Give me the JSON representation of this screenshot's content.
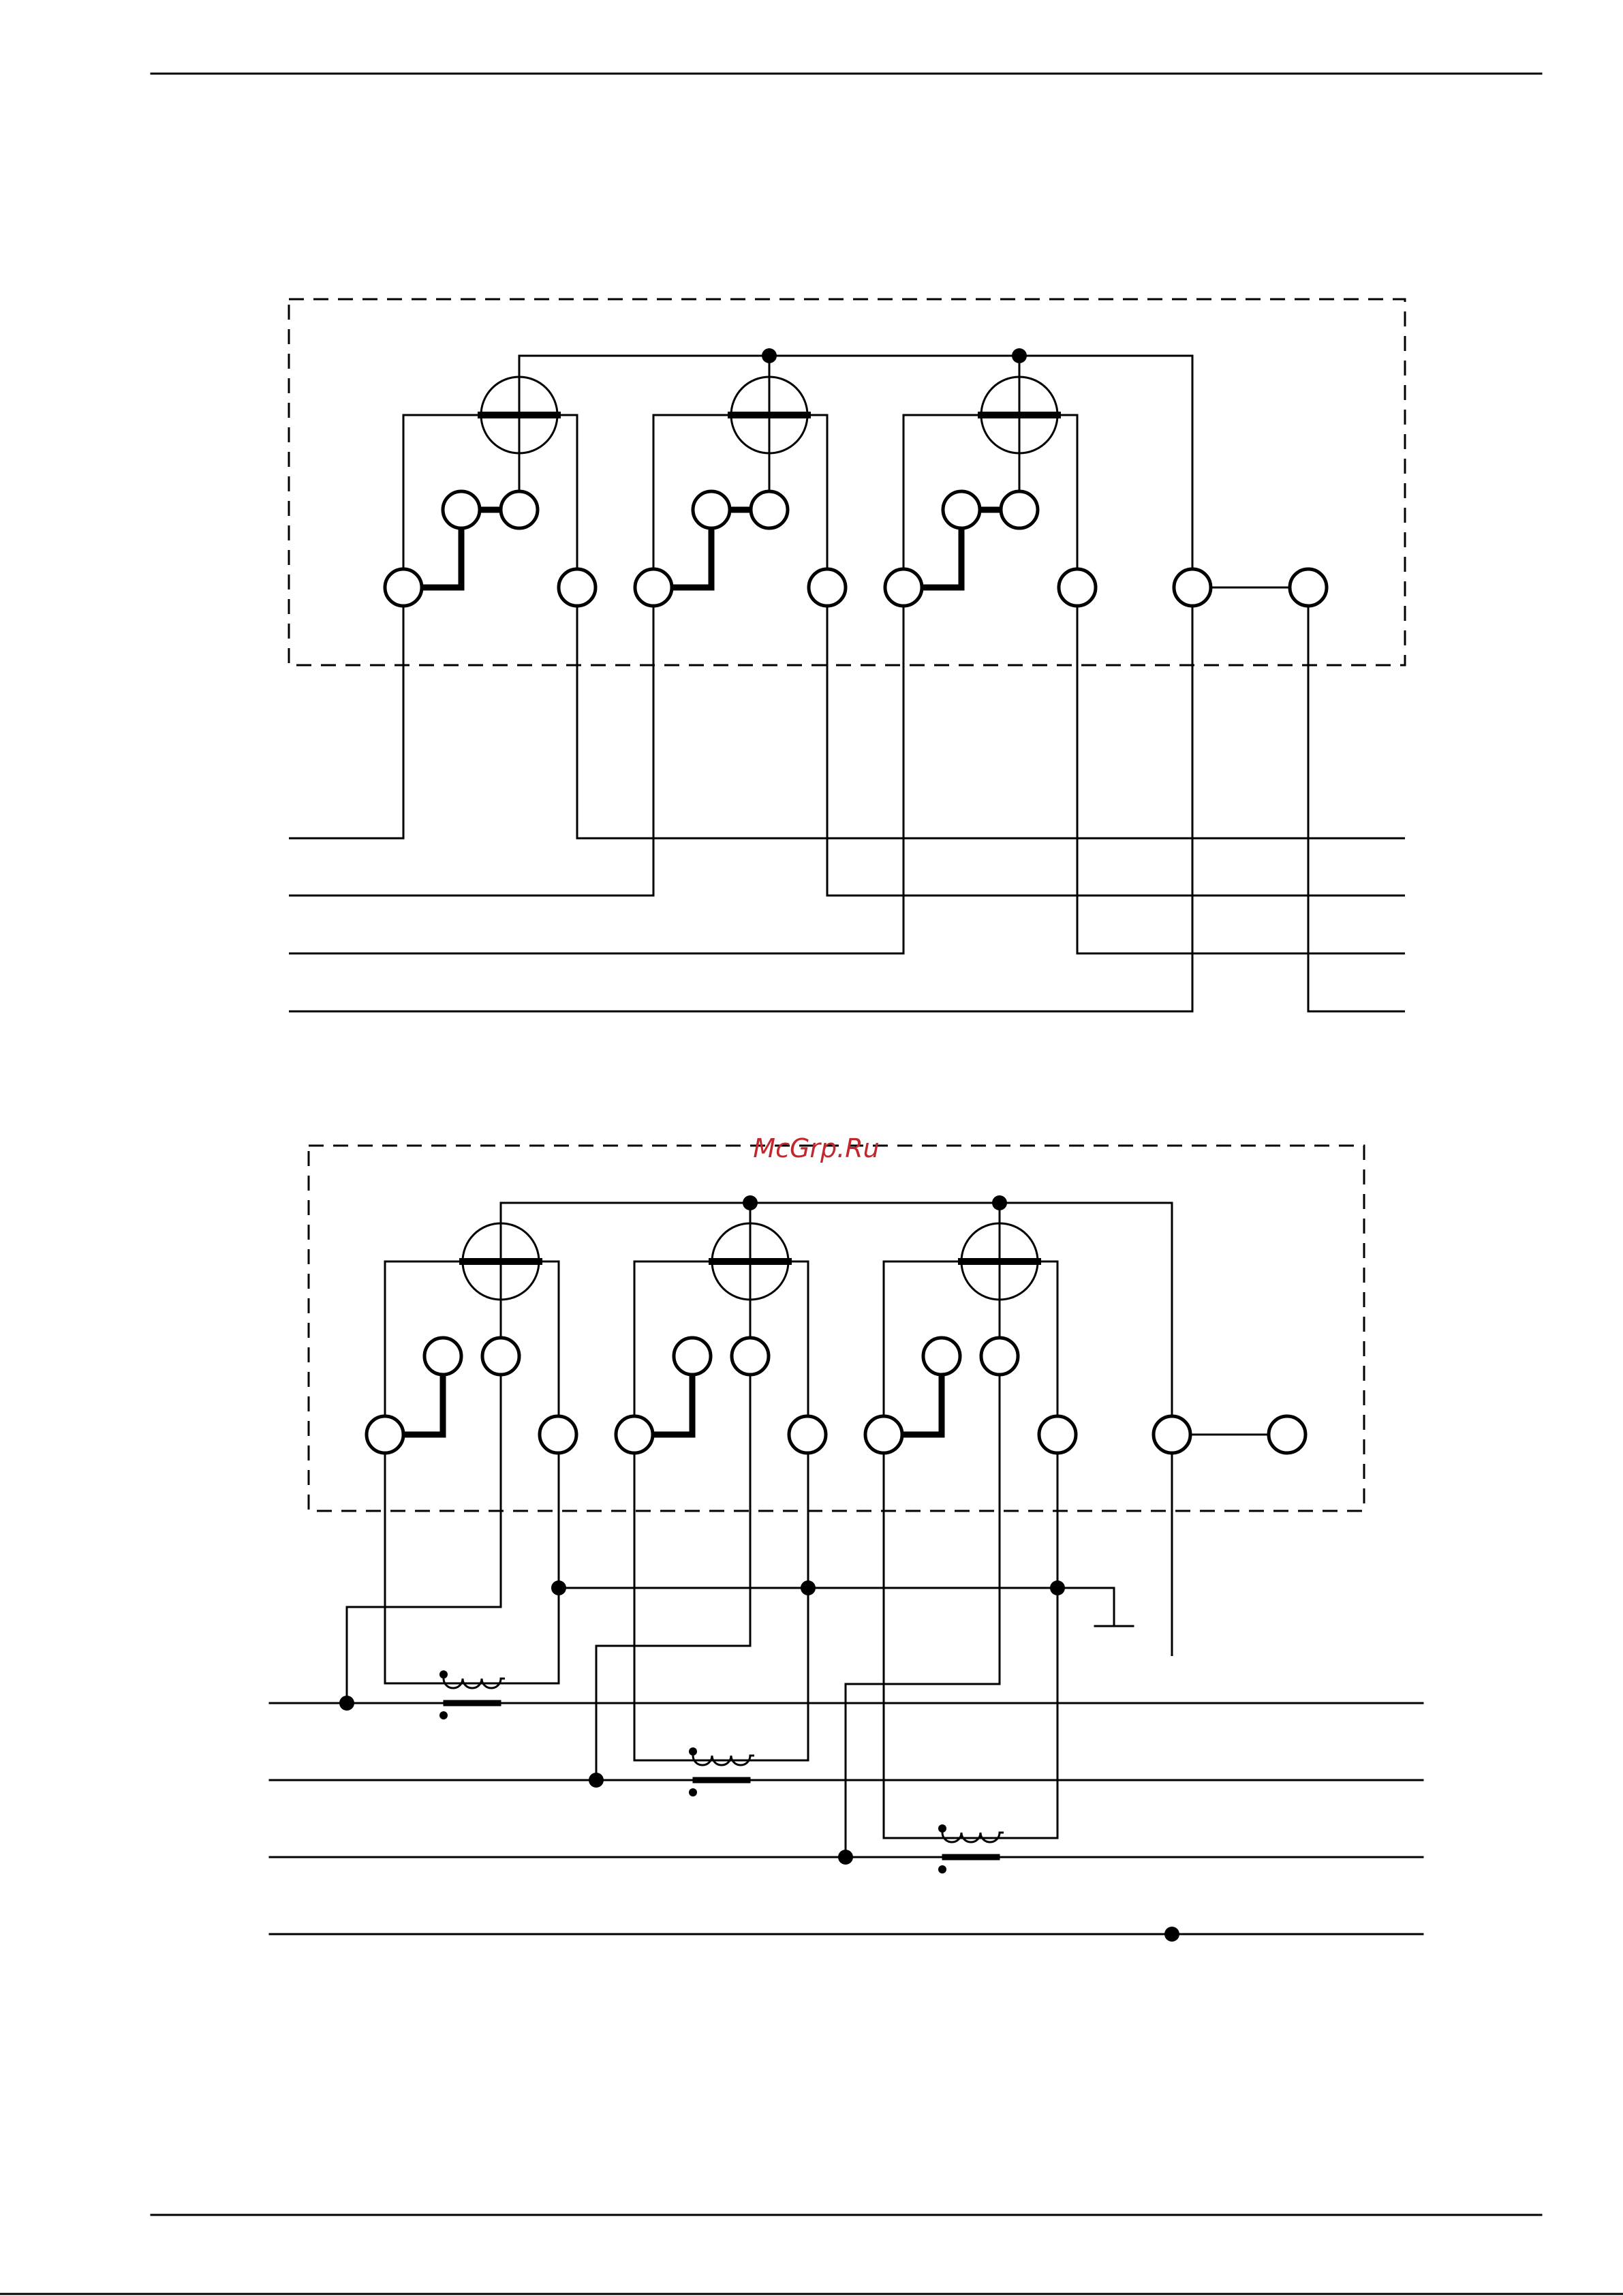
{
  "watermark": "McGrp.Ru",
  "colors": {
    "ink": "#000000",
    "watermark": "#c0282d",
    "background": "#ffffff"
  },
  "diagrams": [
    {
      "id": "direct-connection",
      "meter_elements": 3,
      "line_conductors": 4,
      "current_transformers": 0
    },
    {
      "id": "transformer-connection",
      "meter_elements": 3,
      "line_conductors": 4,
      "current_transformers": 3
    }
  ]
}
